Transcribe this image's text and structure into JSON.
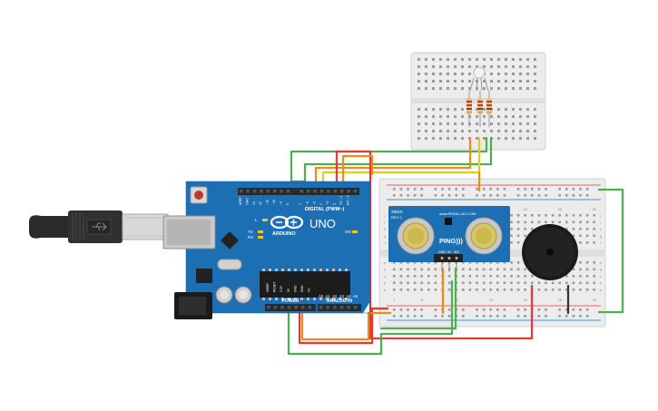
{
  "arduino": {
    "logo_text": "ARDUINO",
    "model": "UNO",
    "digital_label": "DIGITAL (PWM~)",
    "power_label": "POWER",
    "analog_label": "ANALOG IN",
    "led_l": "L",
    "led_tx": "TX",
    "led_rx": "RX",
    "led_on": "ON",
    "aref": "AREF",
    "gnd": "GND",
    "digital_pins": [
      "13",
      "12",
      "~11",
      "~10",
      "~9",
      "8",
      "7",
      "~6",
      "~5",
      "4",
      "~3",
      "2",
      "TX→1",
      "RX←0"
    ],
    "power_pins": [
      "IOREF",
      "RESET",
      "3.3V",
      "5V",
      "GND",
      "GND",
      "Vin"
    ],
    "analog_pins": [
      "A0",
      "A1",
      "A2",
      "A3",
      "A4",
      "A5"
    ]
  },
  "sensor": {
    "name": "PING)))",
    "part": "28015",
    "rev": "REV C",
    "url": "www.PARALLAX.COM",
    "pins": [
      "GND",
      "5V",
      "SIG"
    ]
  },
  "breadboard": {
    "column_numbers": [
      "1",
      "5",
      "10",
      "15",
      "20",
      "25",
      "30"
    ],
    "row_letters": [
      "j",
      "i",
      "h",
      "g",
      "f",
      "e",
      "d",
      "c",
      "b",
      "a"
    ]
  },
  "colors": {
    "wire_green": "#4caf50",
    "wire_red": "#e53935",
    "wire_orange": "#ef8a17",
    "wire_yellow": "#e8c81a",
    "board_blue": "#1d6fb3",
    "breadboard": "#ececec"
  }
}
